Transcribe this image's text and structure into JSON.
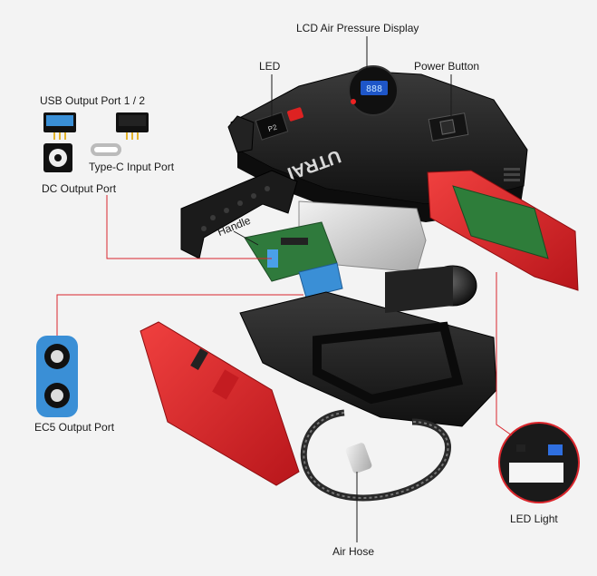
{
  "labels": {
    "lcd_display": "LCD Air Pressure Display",
    "led": "LED",
    "power_button": "Power Button",
    "usb_output": "USB Output Port 1 / 2",
    "type_c_input": "Type-C Input Port",
    "dc_output": "DC Output Port",
    "handle": "Handle",
    "ec5_output": "EC5 Output Port",
    "led_light": "LED Light",
    "air_hose": "Air Hose"
  },
  "device": {
    "brand": "UTRAI",
    "lcd_reading": "888",
    "led_indicator": "P2"
  },
  "colors": {
    "leader_line": "#d9262c",
    "shell_red": "#e2262b",
    "body_black": "#1c1c1c",
    "usb_blue": "#3a8fd6",
    "pcb_green": "#2e7d3a",
    "lcd_blue": "#2f6fe0"
  }
}
